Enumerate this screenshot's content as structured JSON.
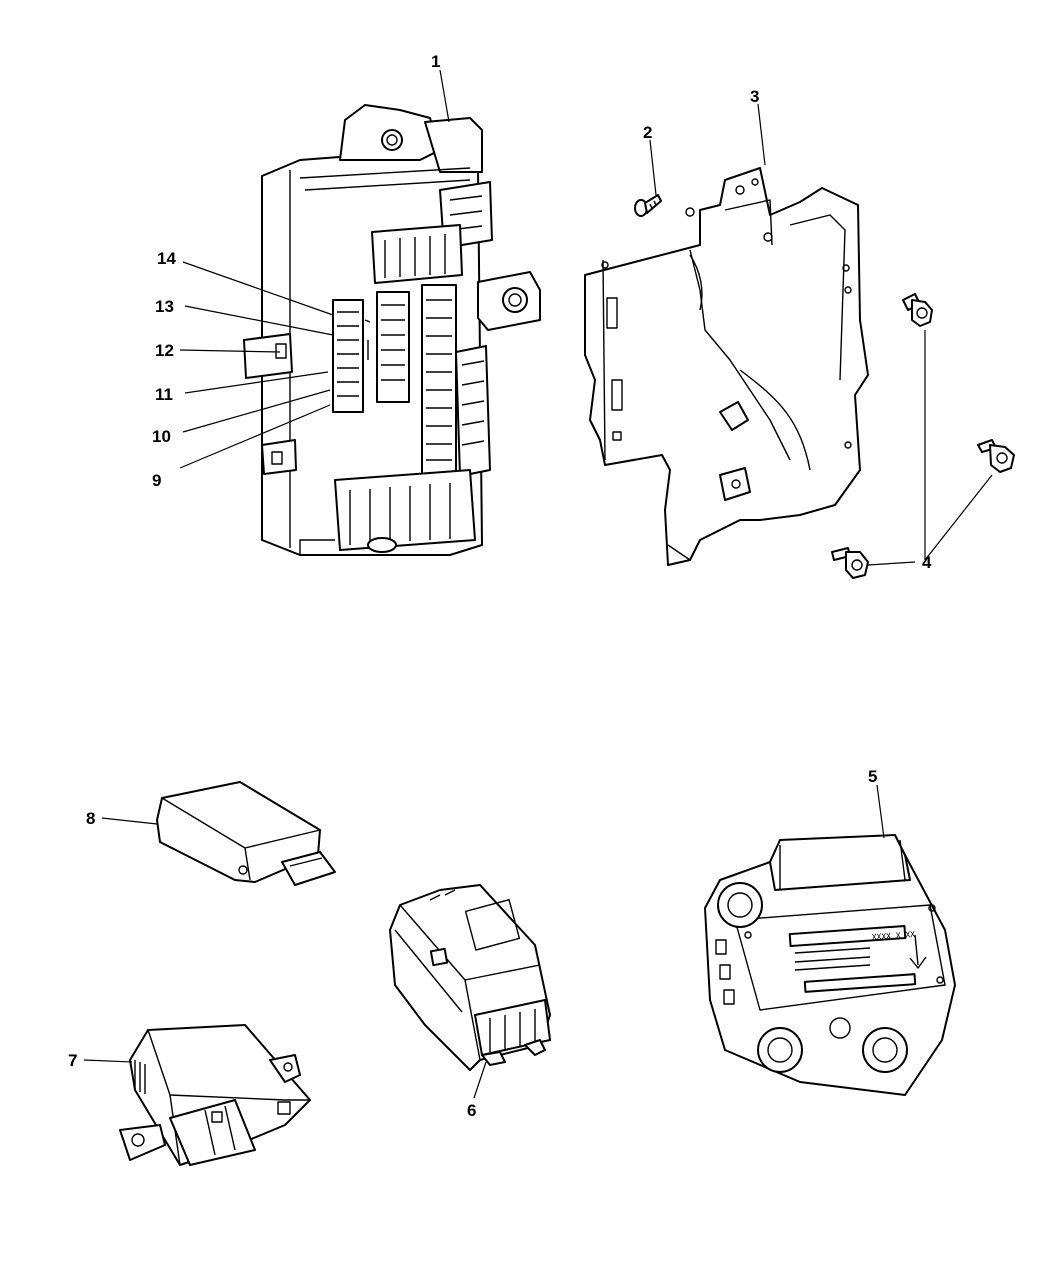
{
  "callouts": [
    "1",
    "2",
    "3",
    "4",
    "5",
    "6",
    "7",
    "8",
    "9",
    "10",
    "11",
    "12",
    "13",
    "14"
  ],
  "label_text": {
    "module_5_code": "XXXX X XX"
  },
  "colors": {
    "ink": "#000000",
    "background": "#ffffff"
  }
}
